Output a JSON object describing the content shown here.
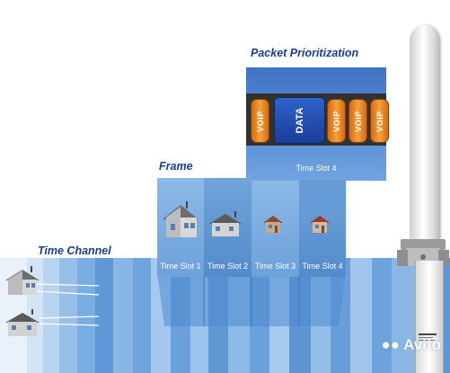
{
  "titles": {
    "packet_prioritization": "Packet Prioritization",
    "frame": "Frame",
    "time_channel": "Time Channel"
  },
  "packets": [
    {
      "label": "VOIP",
      "kind": "voip"
    },
    {
      "label": "DATA",
      "kind": "data"
    },
    {
      "label": "VOIP",
      "kind": "voip"
    },
    {
      "label": "VOIP",
      "kind": "voip"
    },
    {
      "label": "VOIP",
      "kind": "voip"
    }
  ],
  "packet_slot_label": "Time Slot 4",
  "frame_slots": [
    {
      "label": "Time Slot 1",
      "icon": "house-large-icon"
    },
    {
      "label": "Time Slot 2",
      "icon": "house-medium-icon"
    },
    {
      "label": "Time Slot 3",
      "icon": "house-small-icon"
    },
    {
      "label": "Time Slot 4",
      "icon": "house-small-red-icon"
    }
  ],
  "antenna": {
    "icon": "omni-antenna-icon"
  },
  "clients": [
    {
      "icon": "house-client-top-icon"
    },
    {
      "icon": "house-client-bottom-icon"
    }
  ],
  "watermark": {
    "text": "Avito",
    "icon": "avito-logo-icon"
  },
  "colors": {
    "title": "#1b3f8f",
    "voip": "#f08a1c",
    "data": "#2450b5",
    "band": "#323232"
  }
}
